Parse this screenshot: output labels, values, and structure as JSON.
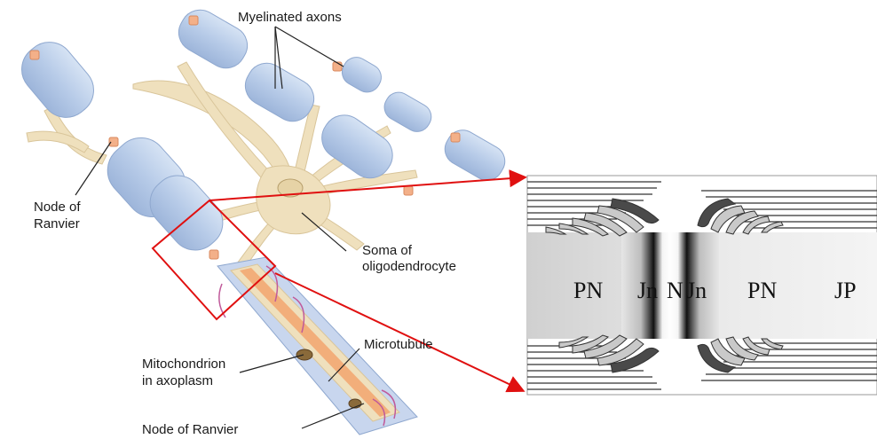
{
  "labels": {
    "myelinated_axons": "Myelinated axons",
    "node_of_ranvier_1": "Node of",
    "node_of_ranvier_2": "Ranvier",
    "soma_1": "Soma of",
    "soma_2": "oligodendrocyte",
    "mito_1": "Mitochondrion",
    "mito_2": "in axoplasm",
    "microtubule": "Microtubule",
    "node_bottom": "Node of Ranvier"
  },
  "regions": {
    "pn_left": "PN",
    "jn_left": "Jn",
    "n": "N",
    "jn_right": "Jn",
    "pn_right": "PN",
    "jp": "JP"
  },
  "colors": {
    "myelin": "#bcd0ea",
    "myelin_dark": "#9fb8dc",
    "axon": "#efe0bd",
    "node": "#f3b089",
    "callout": "#e01010"
  }
}
